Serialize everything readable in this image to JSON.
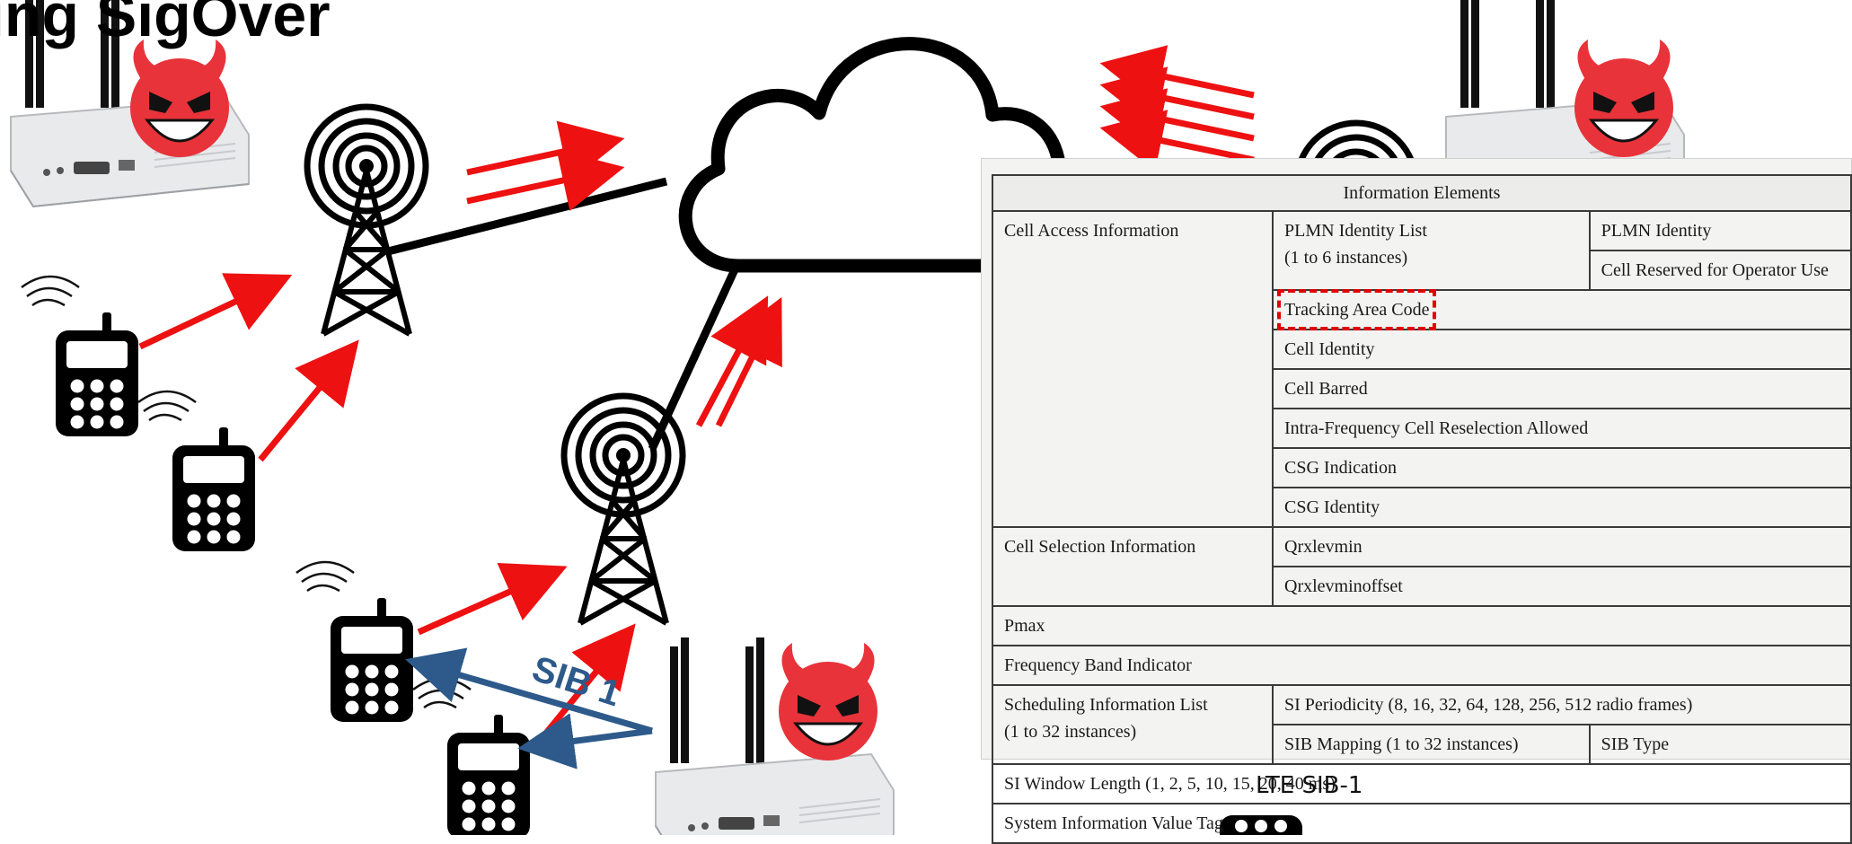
{
  "slide": {
    "title": "ing SigOver",
    "sib_label": "SIB 1",
    "caption": "LTE SIB-1"
  },
  "table": {
    "header": "Information Elements",
    "cell_access": "Cell Access Information",
    "plmn_list": "PLMN Identity List",
    "plmn_list_instances": "(1 to 6 instances)",
    "plmn_identity": "PLMN Identity",
    "cell_reserved": "Cell Reserved for Operator Use",
    "tac": "Tracking Area Code",
    "cell_identity": "Cell Identity",
    "cell_barred": "Cell Barred",
    "intra_freq": "Intra-Frequency Cell Reselection Allowed",
    "csg_indication": "CSG Indication",
    "csg_identity": "CSG Identity",
    "cell_selection": "Cell Selection Information",
    "qrxlevmin": "Qrxlevmin",
    "qrxlevminoffset": "Qrxlevminoffset",
    "pmax": "Pmax",
    "freq_band": "Frequency Band Indicator",
    "sched_list": "Scheduling Information List",
    "sched_list_instances": "(1 to 32 instances)",
    "si_periodicity": "SI Periodicity (8, 16, 32, 64, 128, 256, 512 radio frames)",
    "sib_mapping": "SIB Mapping (1 to 32 instances)",
    "sib_type": "SIB Type",
    "si_window": "SI Window Length (1, 2, 5, 10, 15, 20, 40 ms)",
    "si_value_tag": "System Information Value Tag"
  },
  "icons": [
    "cloud-icon",
    "cell-tower-icon",
    "mobile-phone-icon",
    "lte-router-icon",
    "devil-emoji-icon"
  ],
  "colors": {
    "attack_arrow": "#ee1111",
    "sib_arrow": "#2d5a8a",
    "devil": "#e8333a",
    "ink": "#000000"
  }
}
